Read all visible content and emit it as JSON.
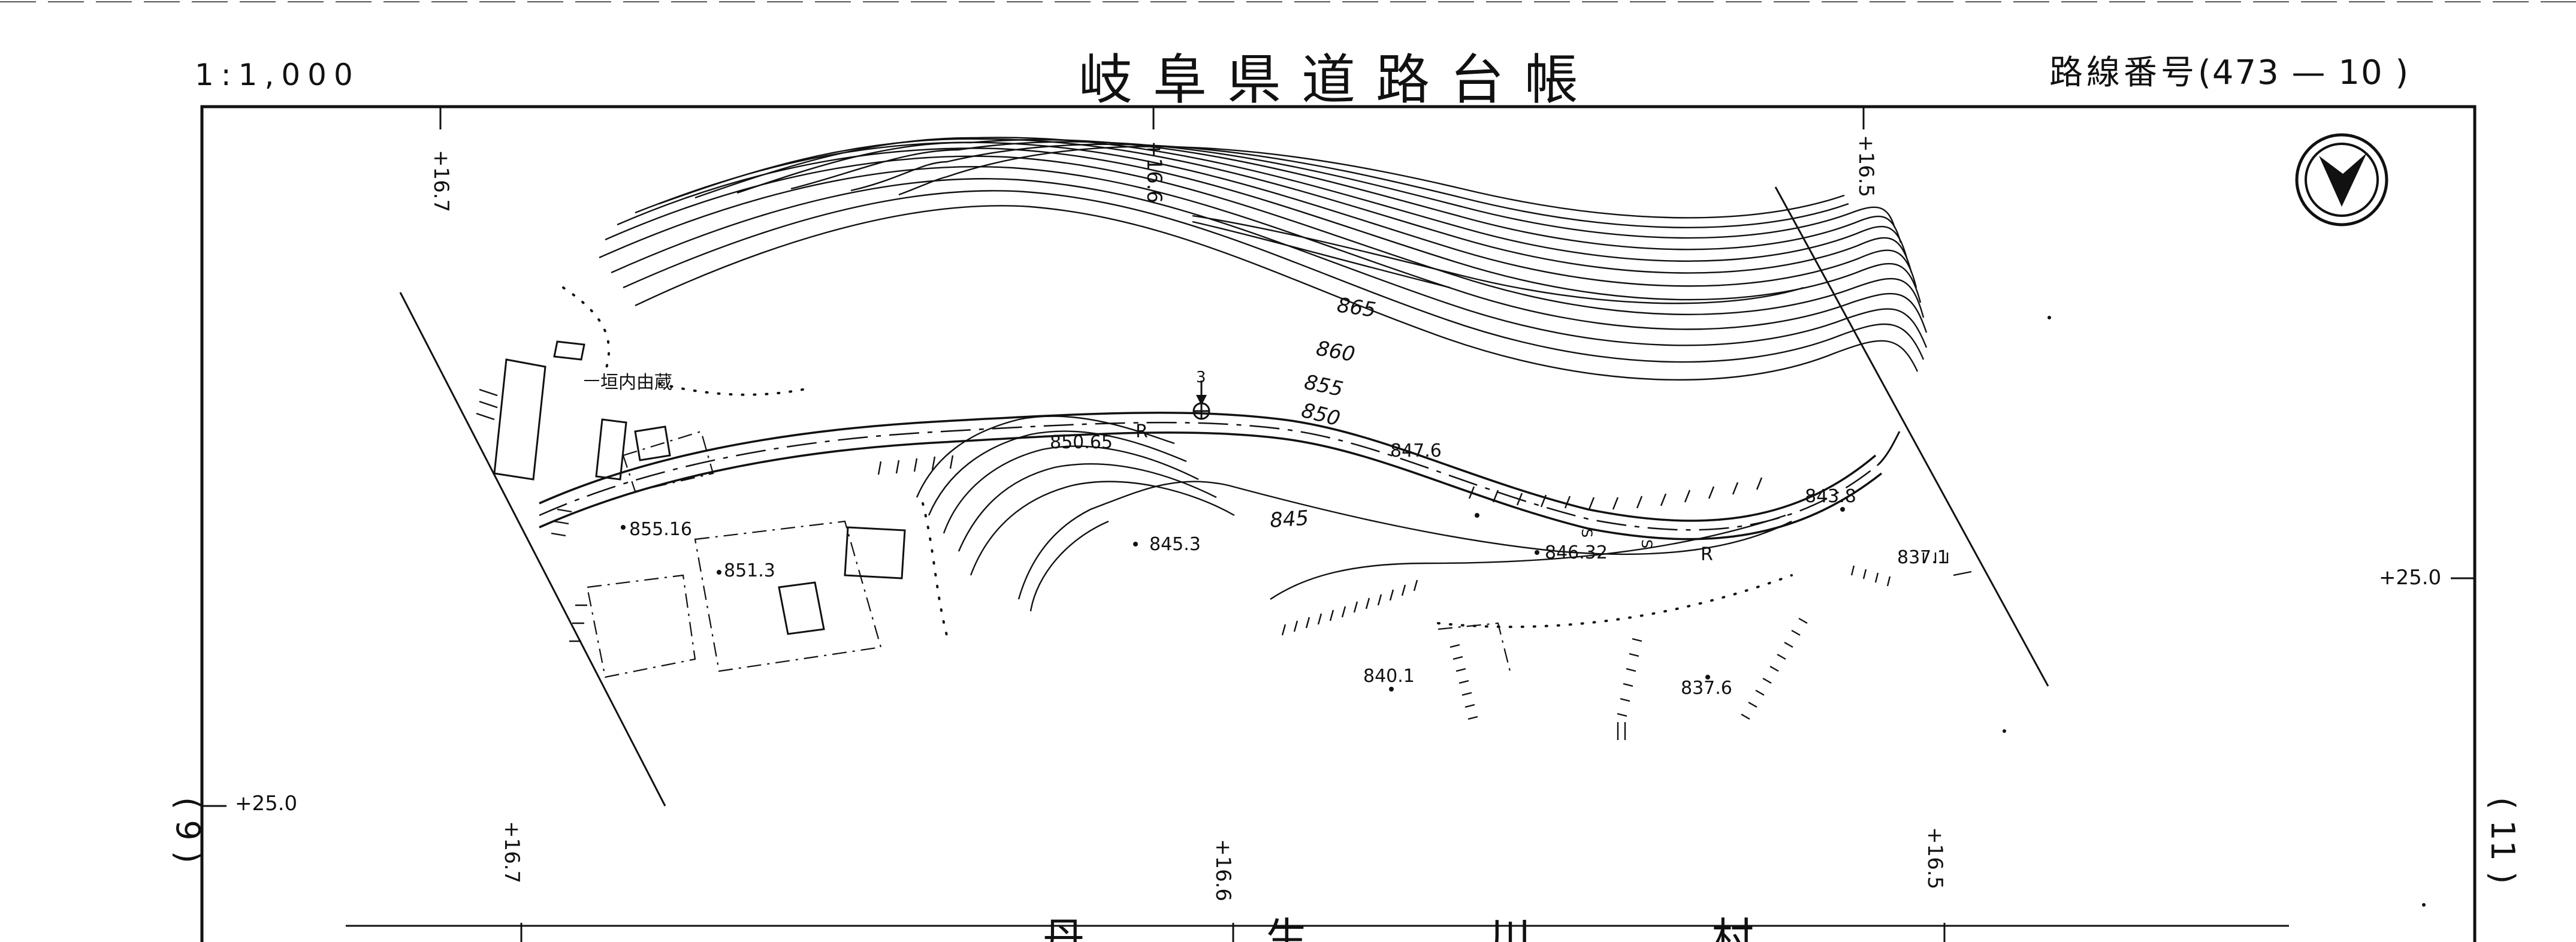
{
  "header": {
    "scale": "1:1,000",
    "title": "岐阜県道路台帳",
    "route_label": "路線番号",
    "route_number": "(473 — 10 )"
  },
  "map": {
    "grid_labels": {
      "top_left": "+16.7",
      "top_center": "+16.6",
      "top_right": "+16.5",
      "bottom_left": "+16.7",
      "bottom_center": "+16.6",
      "bottom_right": "+16.5",
      "left_side": "+25.0",
      "right_side": "+25.0"
    },
    "contour_labels": [
      "865",
      "860",
      "855",
      "850",
      "845"
    ],
    "elevations": [
      "850.65",
      "847.6",
      "843.8",
      "855.16",
      "851.3",
      "845.3",
      "846.32",
      "837.1",
      "840.1",
      "837.6"
    ],
    "owner_label": "垣内由蔵",
    "benchmark_number": "3",
    "route_marks": [
      "R",
      "R"
    ],
    "misc_marks": [
      "S",
      "S"
    ]
  },
  "footer": {
    "left_marker": "( 9 )",
    "right_marker": "( 11 )",
    "bottom_text": "丹 生 川 村"
  }
}
